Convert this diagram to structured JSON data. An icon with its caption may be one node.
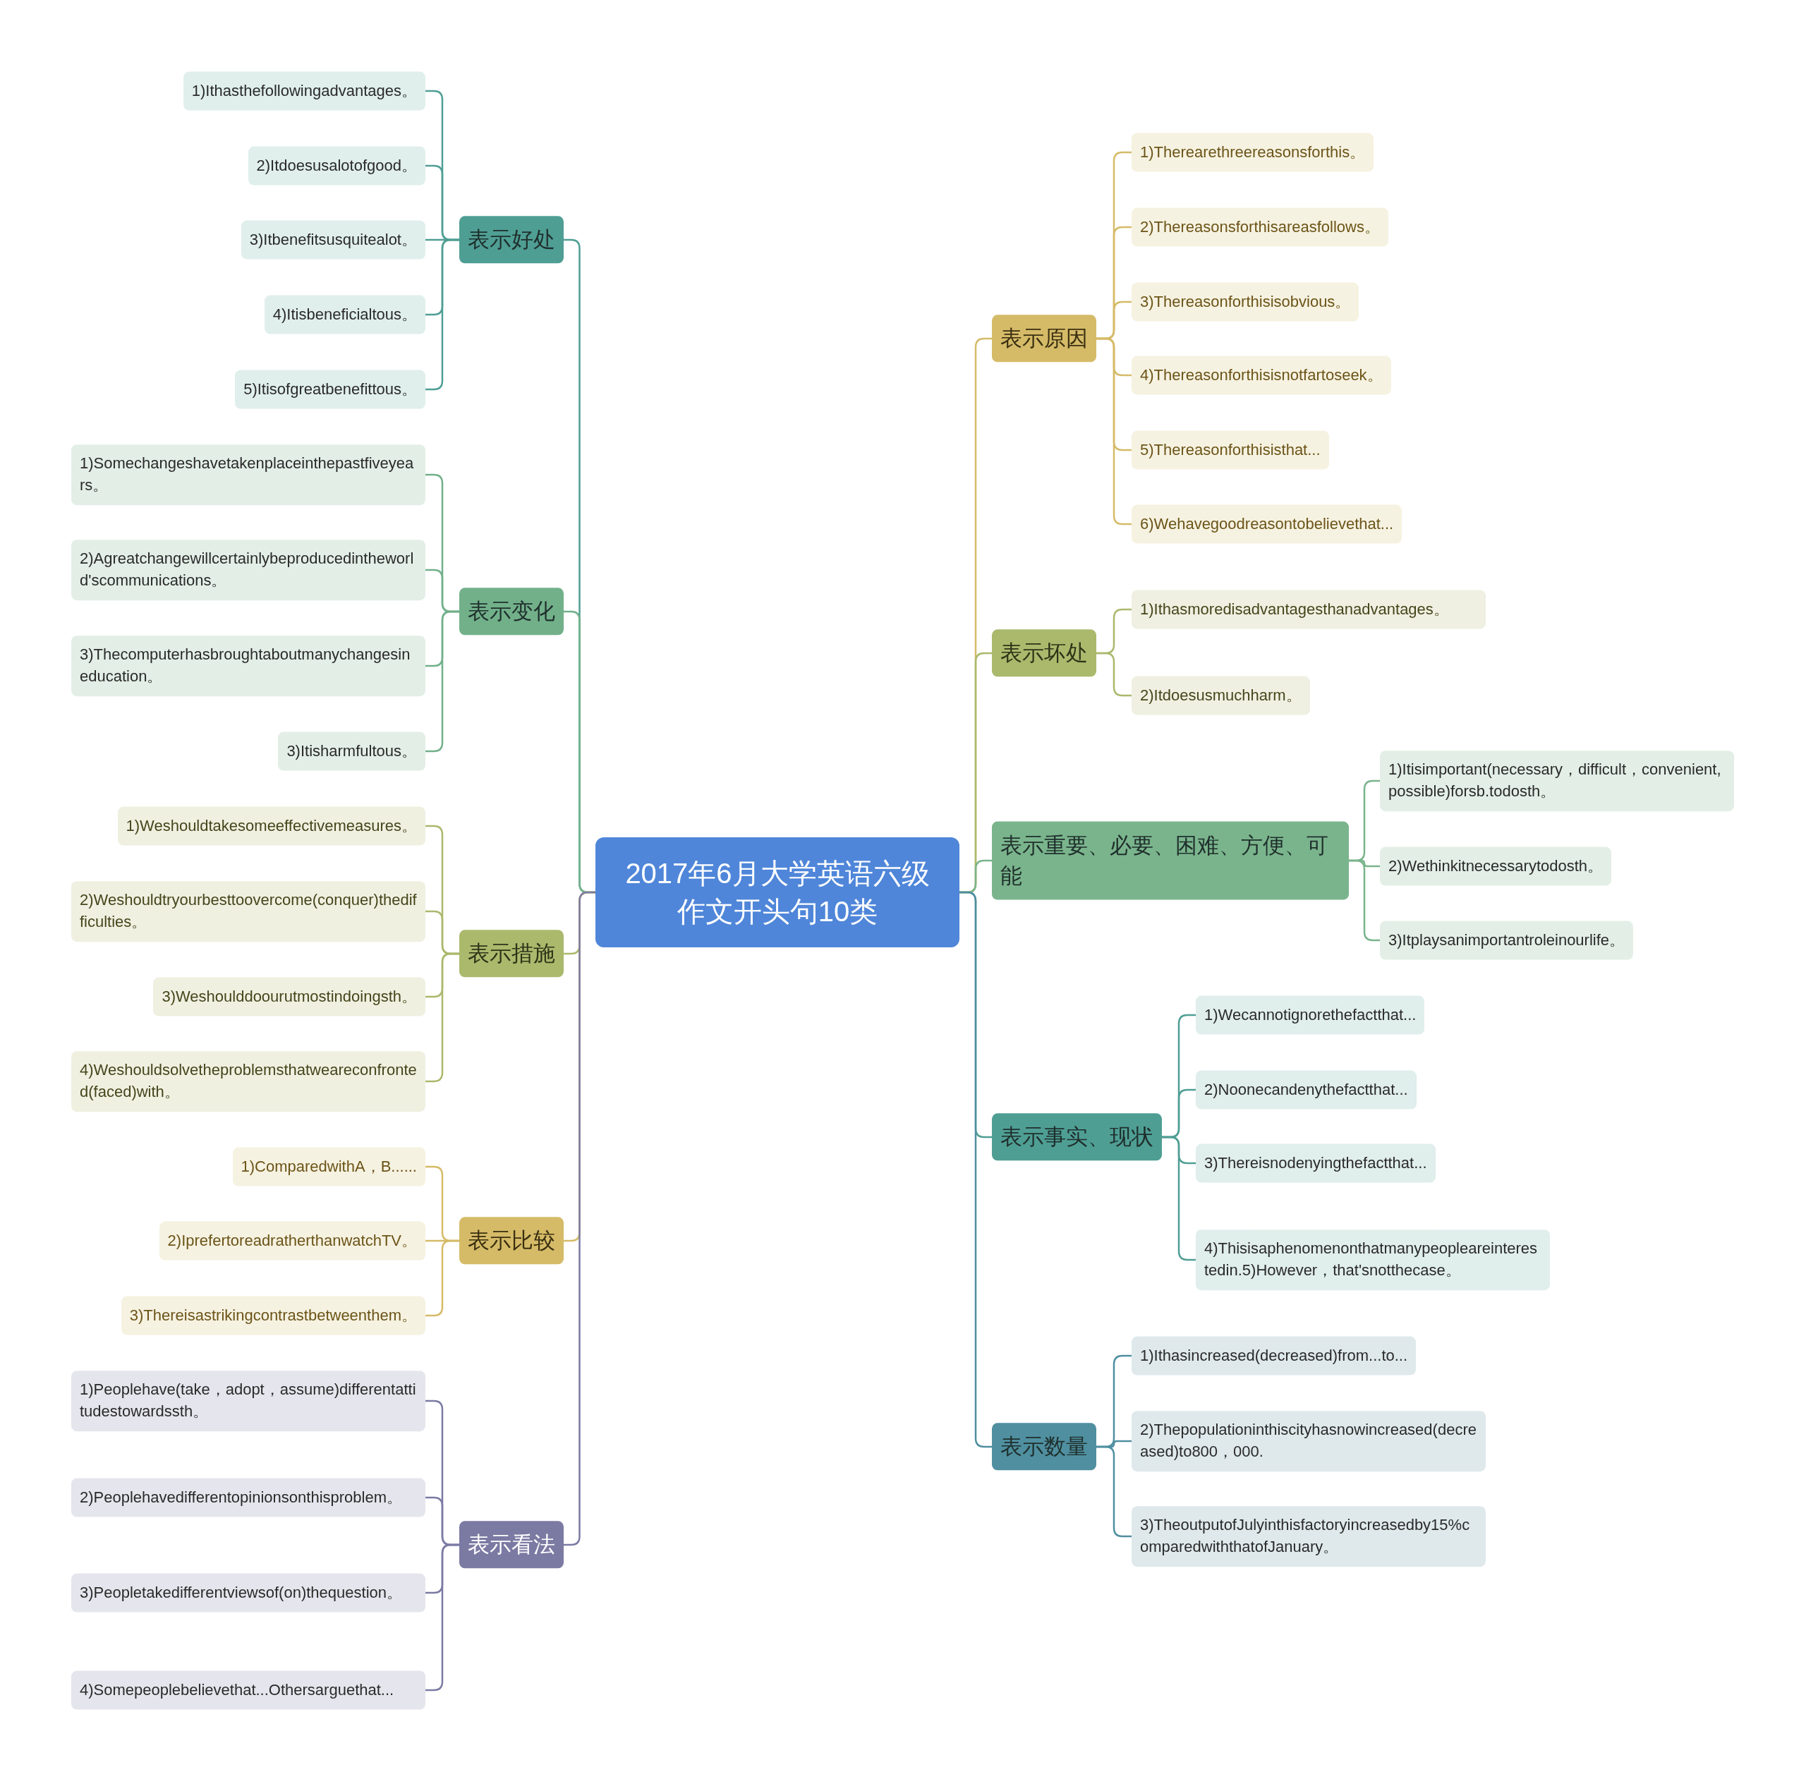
{
  "diagram": {
    "nodes": [
      {
        "text": [
          "2017年6月大学英语六级作文开头句10类"
        ]
      },
      {
        "text": [
          "表示好处"
        ]
      },
      {
        "text": [
          "1)Ithasthefollowingadvantages。"
        ]
      },
      {
        "text": [
          "2)Itdoesusalotofgood。"
        ]
      },
      {
        "text": [
          "3)Itbenefitsusquitealot。"
        ]
      },
      {
        "text": [
          "4)Itisbeneficialtous。"
        ]
      },
      {
        "text": [
          "5)Itisofgreatbenefittous。"
        ]
      },
      {
        "text": [
          "表示变化"
        ]
      },
      {
        "text": [
          "1)Somechangeshavetakenplaceinthepastfiveyears。"
        ]
      },
      {
        "text": [
          "2)Agreatchangewillcertainlybeproducedintheworld'scommunications。"
        ]
      },
      {
        "text": [
          "3)Thecomputerhasbroughtaboutmanychangesineducation。"
        ]
      },
      {
        "text": [
          "3)Itisharmfultous。"
        ]
      },
      {
        "text": [
          "表示措施"
        ]
      },
      {
        "text": [
          "1)Weshouldtakesomeeffectivemeasures。"
        ]
      },
      {
        "text": [
          "2)Weshouldtryourbesttoovercome(conquer)thedifficulties。"
        ]
      },
      {
        "text": [
          "3)Weshoulddoourutmostindoingsth。"
        ]
      },
      {
        "text": [
          "4)Weshouldsolvetheproblemsthatweareconfronted(faced)with。"
        ]
      },
      {
        "text": [
          "表示比较"
        ]
      },
      {
        "text": [
          "1)ComparedwithA，B......"
        ]
      },
      {
        "text": [
          "2)IprefertoreadratherthanwatchTV。"
        ]
      },
      {
        "text": [
          "3)Thereisastrikingcontrastbetweenthem。"
        ]
      },
      {
        "text": [
          "表示看法"
        ]
      },
      {
        "text": [
          "1)Peoplehave(take，adopt，assume)differentattitudestowardssth。"
        ]
      },
      {
        "text": [
          "2)Peoplehavedifferentopinionsonthisproblem。"
        ]
      },
      {
        "text": [
          "3)Peopletakedifferentviewsof(on)thequestion。"
        ]
      },
      {
        "text": [
          "4)Somepeoplebelievethat...Othersarguethat..."
        ]
      },
      {
        "text": [
          "表示原因"
        ]
      },
      {
        "text": [
          "1)Therearethreereasonsforthis。"
        ]
      },
      {
        "text": [
          "2)Thereasonsforthisareasfollows。"
        ]
      },
      {
        "text": [
          "3)Thereasonforthisisobvious。"
        ]
      },
      {
        "text": [
          "4)Thereasonforthisisnotfartoseek。"
        ]
      },
      {
        "text": [
          "5)Thereasonforthisisthat..."
        ]
      },
      {
        "text": [
          "6)Wehavegoodreasontobelievethat..."
        ]
      },
      {
        "text": [
          "表示坏处"
        ]
      },
      {
        "text": [
          "1)Ithasmoredisadvantagesthanadvantages。"
        ]
      },
      {
        "text": [
          "2)Itdoesusmuchharm。"
        ]
      },
      {
        "text": [
          "表示重要、必要、困难、方便、可能"
        ]
      },
      {
        "text": [
          "1)Itisimportant(necessary，difficult，convenient,possible)forsb.todosth。"
        ]
      },
      {
        "text": [
          "2)Wethinkitnecessarytodosth。"
        ]
      },
      {
        "text": [
          "3)Itplaysanimportantroleinourlife。"
        ]
      },
      {
        "text": [
          "表示事实、现状"
        ]
      },
      {
        "text": [
          "1)Wecannotignorethefactthat..."
        ]
      },
      {
        "text": [
          "2)Noonecandenythefactthat..."
        ]
      },
      {
        "text": [
          "3)Thereisnodenyingthefactthat..."
        ]
      },
      {
        "text": [
          "4)Thisisaphenomenonthatmanypeopleareinterestedin.5)However，that'snotthecase。"
        ]
      },
      {
        "text": [
          "表示数量"
        ]
      },
      {
        "text": [
          "1)Ithasincreased(decreased)from...to..."
        ]
      },
      {
        "text": [
          "2)Thepopulationinthiscityhasnowincreased(decreased)to800，000."
        ]
      },
      {
        "text": [
          "3)TheoutputofJulyinthisfactoryincreasedby15%comparedwiththatofJanuary。"
        ]
      }
    ],
    "edges": [
      {
        "from": 0,
        "to": 1,
        "arrow": "none",
        "color": "#4f9e94"
      },
      {
        "from": 1,
        "to": 2,
        "arrow": "none",
        "color": "#4f9e94"
      },
      {
        "from": 1,
        "to": 3,
        "arrow": "none",
        "color": "#4f9e94"
      },
      {
        "from": 1,
        "to": 4,
        "arrow": "none",
        "color": "#4f9e94"
      },
      {
        "from": 1,
        "to": 5,
        "arrow": "none",
        "color": "#4f9e94"
      },
      {
        "from": 1,
        "to": 6,
        "arrow": "none",
        "color": "#4f9e94"
      },
      {
        "from": 0,
        "to": 7,
        "arrow": "none",
        "color": "#72b08a"
      },
      {
        "from": 7,
        "to": 8,
        "arrow": "none",
        "color": "#72b08a"
      },
      {
        "from": 7,
        "to": 9,
        "arrow": "none",
        "color": "#72b08a"
      },
      {
        "from": 7,
        "to": 10,
        "arrow": "none",
        "color": "#72b08a"
      },
      {
        "from": 7,
        "to": 11,
        "arrow": "none",
        "color": "#72b08a"
      },
      {
        "from": 0,
        "to": 12,
        "arrow": "none",
        "color": "#aab96c"
      },
      {
        "from": 12,
        "to": 13,
        "arrow": "none",
        "color": "#aab96c"
      },
      {
        "from": 12,
        "to": 14,
        "arrow": "none",
        "color": "#aab96c"
      },
      {
        "from": 12,
        "to": 15,
        "arrow": "none",
        "color": "#aab96c"
      },
      {
        "from": 12,
        "to": 16,
        "arrow": "none",
        "color": "#aab96c"
      },
      {
        "from": 0,
        "to": 17,
        "arrow": "none",
        "color": "#d5bb68"
      },
      {
        "from": 17,
        "to": 18,
        "arrow": "none",
        "color": "#d5bb68"
      },
      {
        "from": 17,
        "to": 19,
        "arrow": "none",
        "color": "#d5bb68"
      },
      {
        "from": 17,
        "to": 20,
        "arrow": "none",
        "color": "#d5bb68"
      },
      {
        "from": 0,
        "to": 21,
        "arrow": "none",
        "color": "#7b7aa3"
      },
      {
        "from": 21,
        "to": 22,
        "arrow": "none",
        "color": "#7b7aa3"
      },
      {
        "from": 21,
        "to": 23,
        "arrow": "none",
        "color": "#7b7aa3"
      },
      {
        "from": 21,
        "to": 24,
        "arrow": "none",
        "color": "#7b7aa3"
      },
      {
        "from": 21,
        "to": 25,
        "arrow": "none",
        "color": "#7b7aa3"
      },
      {
        "from": 0,
        "to": 26,
        "arrow": "none",
        "color": "#d5bb68"
      },
      {
        "from": 26,
        "to": 27,
        "arrow": "none",
        "color": "#d5bb68"
      },
      {
        "from": 26,
        "to": 28,
        "arrow": "none",
        "color": "#d5bb68"
      },
      {
        "from": 26,
        "to": 29,
        "arrow": "none",
        "color": "#d5bb68"
      },
      {
        "from": 26,
        "to": 30,
        "arrow": "none",
        "color": "#d5bb68"
      },
      {
        "from": 26,
        "to": 31,
        "arrow": "none",
        "color": "#d5bb68"
      },
      {
        "from": 26,
        "to": 32,
        "arrow": "none",
        "color": "#d5bb68"
      },
      {
        "from": 0,
        "to": 33,
        "arrow": "none",
        "color": "#aab96c"
      },
      {
        "from": 33,
        "to": 34,
        "arrow": "none",
        "color": "#aab96c"
      },
      {
        "from": 33,
        "to": 35,
        "arrow": "none",
        "color": "#aab96c"
      },
      {
        "from": 0,
        "to": 36,
        "arrow": "none",
        "color": "#7ab48c"
      },
      {
        "from": 36,
        "to": 37,
        "arrow": "none",
        "color": "#7ab48c"
      },
      {
        "from": 36,
        "to": 38,
        "arrow": "none",
        "color": "#7ab48c"
      },
      {
        "from": 36,
        "to": 39,
        "arrow": "none",
        "color": "#7ab48c"
      },
      {
        "from": 0,
        "to": 40,
        "arrow": "none",
        "color": "#4f9e94"
      },
      {
        "from": 40,
        "to": 41,
        "arrow": "none",
        "color": "#4f9e94"
      },
      {
        "from": 40,
        "to": 42,
        "arrow": "none",
        "color": "#4f9e94"
      },
      {
        "from": 40,
        "to": 43,
        "arrow": "none",
        "color": "#4f9e94"
      },
      {
        "from": 40,
        "to": 44,
        "arrow": "none",
        "color": "#4f9e94"
      },
      {
        "from": 0,
        "to": 45,
        "arrow": "none",
        "color": "#4f8fa0"
      },
      {
        "from": 45,
        "to": 46,
        "arrow": "none",
        "color": "#4f8fa0"
      },
      {
        "from": 45,
        "to": 47,
        "arrow": "none",
        "color": "#4f8fa0"
      },
      {
        "from": 45,
        "to": 48,
        "arrow": "none",
        "color": "#4f8fa0"
      }
    ]
  }
}
